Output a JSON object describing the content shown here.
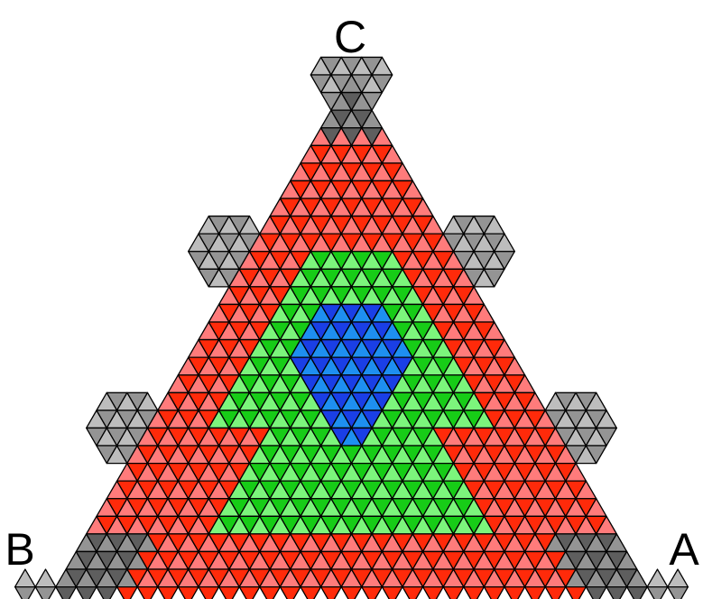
{
  "diagram": {
    "vertex_labels": {
      "top": "C",
      "bottom_left": "B",
      "bottom_right": "A"
    },
    "colors": {
      "gray_light": "#bdbdbd",
      "gray_mid": "#949494",
      "gray_dark": "#5e5e5e",
      "red": "#ff2a0a",
      "red_light": "#ff7b7b",
      "green": "#17cc17",
      "green_light": "#7cf57c",
      "blue": "#1a3fe6",
      "blue_light": "#1e8ff0",
      "outline": "#000000"
    }
  }
}
